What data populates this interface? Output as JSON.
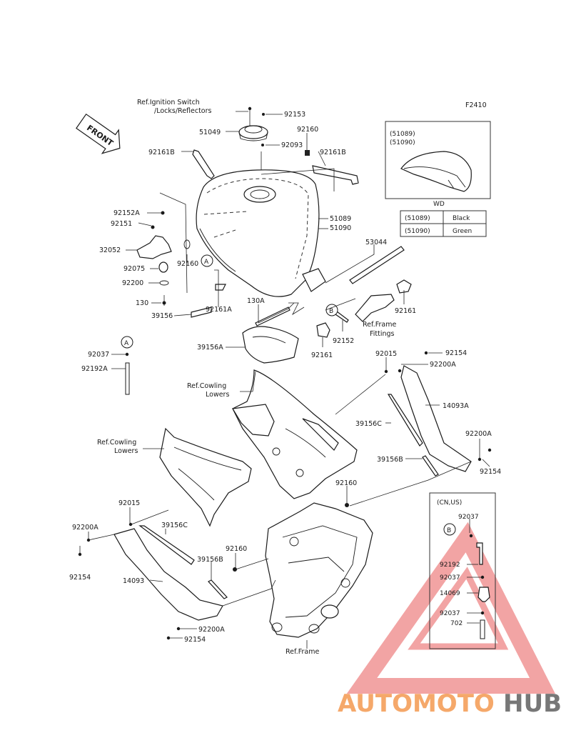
{
  "diagram_code": "F2410",
  "front_label": "FRONT",
  "labels": {
    "ref_ignition": "Ref.Ignition Switch",
    "ref_ignition_2": "/Locks/Reflectors",
    "p92153": "92153",
    "p51049": "51049",
    "p92160_top": "92160",
    "p92093": "92093",
    "p92161B_left": "92161B",
    "p92161B_right": "92161B",
    "p92152A": "92152A",
    "p92151": "92151",
    "p32052": "32052",
    "p92075": "92075",
    "p92200": "92200",
    "p130": "130",
    "p39156": "39156",
    "p92160_mid": "92160",
    "p92161A": "92161A",
    "p51089": "51089",
    "p51090": "51090",
    "p53044": "53044",
    "p130A": "130A",
    "p92161_right": "92161",
    "ref_frame_fittings": "Ref.Frame",
    "ref_frame_fittings_2": "Fittings",
    "p92152": "92152",
    "p92161_bottom": "92161",
    "p39156A": "39156A",
    "marker_a": "A",
    "marker_b": "B",
    "p92037": "92037",
    "p92192A": "92192A",
    "p92015_right": "92015",
    "p92154_top": "92154",
    "p92200A_top": "92200A",
    "ref_cowling_1": "Ref.Cowling",
    "ref_cowling_1b": "Lowers",
    "p14093A": "14093A",
    "p39156C_right": "39156C",
    "p39156B_right": "39156B",
    "p92200A_right": "92200A",
    "p92154_right": "92154",
    "ref_cowling_2": "Ref.Cowling",
    "ref_cowling_2b": "Lowers",
    "p92160_lower": "92160",
    "p92015_left": "92015",
    "p92200A_left": "92200A",
    "p39156C_left": "39156C",
    "p92160_low2": "92160",
    "p39156B_left": "39156B",
    "p92154_left": "92154",
    "p14093": "14093",
    "p92200A_bottom": "92200A",
    "p92154_bottom": "92154",
    "ref_frame": "Ref.Frame"
  },
  "variant_box": {
    "codes": "(51089)",
    "codes_2": "(51090)",
    "caption": "WD"
  },
  "color_table": [
    {
      "part": "(51089)",
      "color": "Black"
    },
    {
      "part": "(51090)",
      "color": "Green"
    }
  ],
  "cn_us_box": {
    "title": "(CN,US)",
    "marker": "B",
    "items": [
      "92037",
      "92192",
      "92037",
      "14069",
      "92037",
      "702"
    ]
  },
  "watermark": {
    "part1": "AUTOMOTO",
    "part2": "HUB",
    "color1": "#f5a86a",
    "color2": "#777777",
    "triangle_color": "#e85a5a"
  }
}
